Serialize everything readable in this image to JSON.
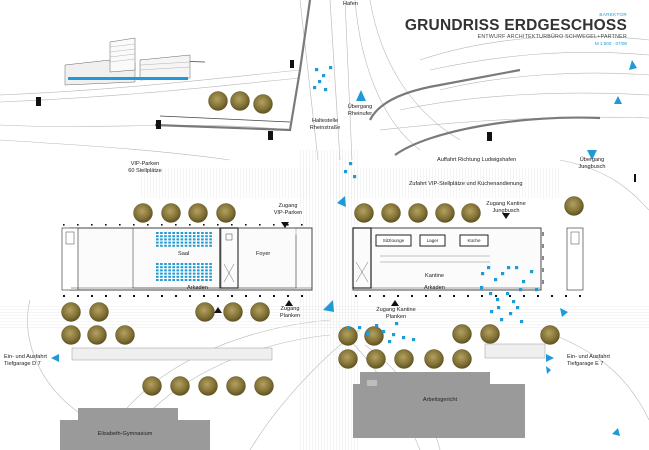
{
  "title": {
    "top": "BAREKTOR",
    "main": "GRUNDRISS ERDGESCHOSS",
    "sub": "ENTWURF ARCHITEKTURBÜRO SCHWEGEL+PARTNER",
    "scale": "M 1:500 · 07/08"
  },
  "labels": {
    "hafen": "Hafen",
    "uebergang_rheinufer": [
      "Übergang",
      "Rheinufer"
    ],
    "haltestelle": [
      "Haltestelle",
      "Rheinstraße"
    ],
    "auffahrt": "Auffahrt Richtung Ludwigshafen",
    "uebergang_jungbusch": [
      "Übergang",
      "Jungbusch"
    ],
    "vip_parken": [
      "VIP-Parken",
      "60 Stellplätze"
    ],
    "zufahrt": "Zufahrt VIP-Stellplätze und Küchenandienung",
    "zugang_vip": [
      "Zugang",
      "VIP-Parken"
    ],
    "zugang_kantine_jungbusch": [
      "Zugang Kantine",
      "Jungbusch"
    ],
    "saal": "Saal",
    "foyer": "Foyer",
    "sitzlounge": "Sitzlounge",
    "lager": "Lager",
    "kueche": "Küche",
    "kantine": "Kantine",
    "arkaden_left": "Arkaden",
    "arkaden_right": "Arkaden",
    "zugang_planken": [
      "Zugang",
      "Planken"
    ],
    "zugang_kantine_planken": [
      "Zugang Kantine",
      "Planken"
    ],
    "tiefgarage_d7": [
      "Ein- und Ausfahrt",
      "Tiefgarage D 7"
    ],
    "tiefgarage_e7": [
      "Ein- und Ausfahrt",
      "Tiefgarage E 7"
    ],
    "arbeitsgericht": "Arbeitsgericht",
    "gymnasium": "Elisabeth-Gymnasium"
  },
  "colors": {
    "accent": "#1e9ad6",
    "tree": "#8a7a3c",
    "building": "#8c8c8c",
    "line": "#555555"
  }
}
